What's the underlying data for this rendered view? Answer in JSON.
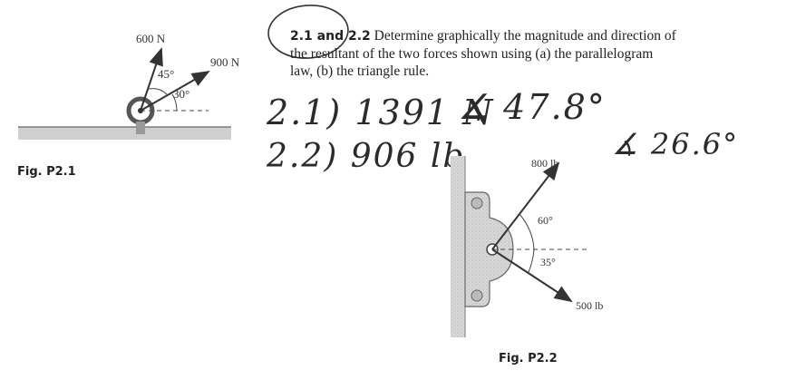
{
  "problem": {
    "number": "2.1 and 2.2",
    "text_line1": "Determine graphically the magnitude and direction of",
    "text_line2": "the resultant of the two forces shown using (a) the parallelogram",
    "text_line3": "law, (b) the triangle rule."
  },
  "answers": {
    "a1_label": "2.1)",
    "a1_value": "1391 N",
    "a1_angle_symbol": "∡",
    "a1_angle": "47.8°",
    "a2_label": "2.2)",
    "a2_value": "906 lb",
    "a2_angle_symbol": "∡",
    "a2_angle": "26.6°"
  },
  "fig1": {
    "caption": "Fig. P2.1",
    "force1": "600 N",
    "force2": "900 N",
    "angle1": "45°",
    "angle2": "30°"
  },
  "fig2": {
    "caption": "Fig. P2.2",
    "force1": "800 lb",
    "force2": "500 lb",
    "angle1": "60°",
    "angle2": "35°"
  }
}
